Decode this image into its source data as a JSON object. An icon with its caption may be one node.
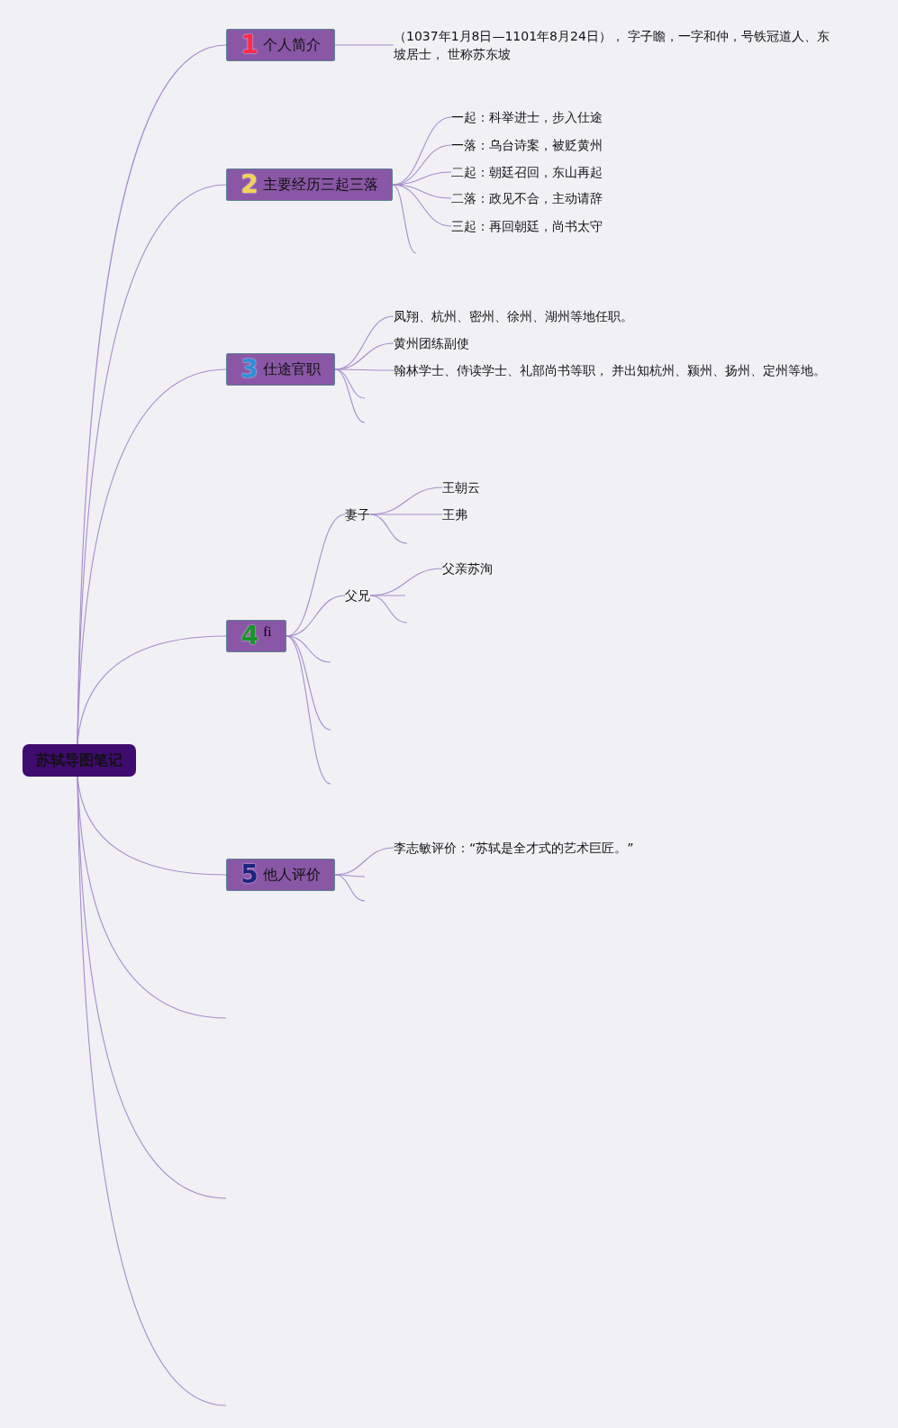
{
  "diagram": {
    "nodes": [
      {
        "text": [
          "苏轼导图笔记"
        ]
      },
      {
        "text": [
          "1",
          "个人简介"
        ]
      },
      {
        "text": [
          "（1037年1月8日—1101年8月24日）， 字子瞻，一字和仲，号铁冠道人、东坡居士， 世称苏东坡"
        ]
      },
      {
        "text": [
          "2",
          "主要经历三起三落"
        ]
      },
      {
        "text": [
          "一起：科举进士，步入仕途"
        ]
      },
      {
        "text": [
          "一落：乌台诗案，被贬黄州"
        ]
      },
      {
        "text": [
          "二起：朝廷召回，东山再起"
        ]
      },
      {
        "text": [
          "二落：政见不合，主动请辞"
        ]
      },
      {
        "text": [
          "三起：再回朝廷，尚书太守"
        ]
      },
      {
        "text": [
          "3",
          "仕途官职"
        ]
      },
      {
        "text": [
          "凤翔、杭州、密州、徐州、湖州等地任职。"
        ]
      },
      {
        "text": [
          "黄州团练副使"
        ]
      },
      {
        "text": [
          "翰林学士、侍读学士、礼部尚书等职， 并出知杭州、颍州、扬州、定州等地。"
        ]
      },
      {
        "text": [
          "4",
          "fi"
        ]
      },
      {
        "text": [
          "妻子"
        ]
      },
      {
        "text": [
          "王朝云"
        ]
      },
      {
        "text": [
          "王弗"
        ]
      },
      {
        "text": [
          "父兄"
        ]
      },
      {
        "text": [
          "父亲苏洵"
        ]
      },
      {
        "text": [
          "5",
          "他人评价"
        ]
      },
      {
        "text": [
          "李志敏评价：“苏轼是全才式的艺术巨匠。”"
        ]
      }
    ],
    "edges": [
      {
        "from": 0,
        "to": 1,
        "arrow": "none"
      },
      {
        "from": 1,
        "to": 2,
        "arrow": "none"
      },
      {
        "from": 0,
        "to": 3,
        "arrow": "none"
      },
      {
        "from": 3,
        "to": 4,
        "arrow": "none"
      },
      {
        "from": 3,
        "to": 5,
        "arrow": "none"
      },
      {
        "from": 3,
        "to": 6,
        "arrow": "none"
      },
      {
        "from": 3,
        "to": 7,
        "arrow": "none"
      },
      {
        "from": 3,
        "to": 8,
        "arrow": "none"
      },
      {
        "from": 3,
        "to": null,
        "arrow": "none"
      },
      {
        "from": 0,
        "to": 9,
        "arrow": "none"
      },
      {
        "from": 9,
        "to": 10,
        "arrow": "none"
      },
      {
        "from": 9,
        "to": 11,
        "arrow": "none"
      },
      {
        "from": 9,
        "to": 12,
        "arrow": "none"
      },
      {
        "from": 9,
        "to": null,
        "arrow": "none"
      },
      {
        "from": 9,
        "to": null,
        "arrow": "none"
      },
      {
        "from": 0,
        "to": 13,
        "arrow": "none"
      },
      {
        "from": 13,
        "to": 14,
        "arrow": "none"
      },
      {
        "from": 14,
        "to": 15,
        "arrow": "none"
      },
      {
        "from": 14,
        "to": 16,
        "arrow": "none"
      },
      {
        "from": 14,
        "to": null,
        "arrow": "none"
      },
      {
        "from": 13,
        "to": 17,
        "arrow": "none"
      },
      {
        "from": 17,
        "to": 18,
        "arrow": "none"
      },
      {
        "from": 17,
        "to": null,
        "arrow": "none"
      },
      {
        "from": 17,
        "to": null,
        "arrow": "none"
      },
      {
        "from": 13,
        "to": null,
        "arrow": "none"
      },
      {
        "from": 13,
        "to": null,
        "arrow": "none"
      },
      {
        "from": 13,
        "to": null,
        "arrow": "none"
      },
      {
        "from": 0,
        "to": 19,
        "arrow": "none"
      },
      {
        "from": 19,
        "to": 20,
        "arrow": "none"
      },
      {
        "from": 19,
        "to": null,
        "arrow": "none"
      },
      {
        "from": 19,
        "to": null,
        "arrow": "none"
      },
      {
        "from": 0,
        "to": null,
        "arrow": "none"
      },
      {
        "from": 0,
        "to": null,
        "arrow": "none"
      },
      {
        "from": 0,
        "to": null,
        "arrow": "none"
      }
    ]
  }
}
